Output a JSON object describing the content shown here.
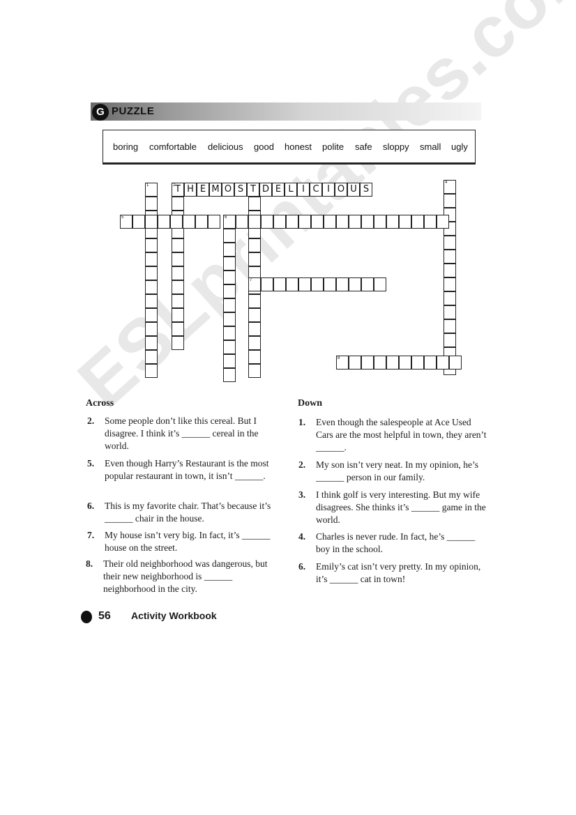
{
  "header": {
    "badge": "G",
    "title": "PUZZLE"
  },
  "word_bank": [
    "boring",
    "comfortable",
    "delicious",
    "good",
    "honest",
    "polite",
    "safe",
    "sloppy",
    "small",
    "ugly"
  ],
  "example_answer": [
    "T",
    "H",
    "E",
    "M",
    "O",
    "S",
    "T",
    "D",
    "E",
    "L",
    "I",
    "C",
    "I",
    "O",
    "U",
    "S"
  ],
  "clue_numbers": [
    "1",
    "2",
    "3",
    "4",
    "5",
    "6",
    "7",
    "8"
  ],
  "across": {
    "title": "Across",
    "clues": [
      {
        "num": "2.",
        "text": "Some people don’t like this cereal.  But I disagree.  I think it’s ______ cereal in the world."
      },
      {
        "num": "5.",
        "text": "Even though Harry’s Restaurant is the most popular restaurant in town, it isn’t ______."
      },
      {
        "num": "6.",
        "text": "This is my favorite chair.  That’s because it’s ______ chair in the house."
      },
      {
        "num": "7.",
        "text": "My house isn’t very big.  In fact, it’s ______ house on the street."
      },
      {
        "num": "8.",
        "text": "Their old neighborhood was dangerous, but their new neighborhood is ______ neighborhood in the city."
      }
    ]
  },
  "down": {
    "title": "Down",
    "clues": [
      {
        "num": "1.",
        "text": "Even though the salespeople at Ace Used Cars are the most helpful in town, they aren’t ______."
      },
      {
        "num": "2.",
        "text": "My son isn’t very neat.  In my opinion, he’s ______ person in our family."
      },
      {
        "num": "3.",
        "text": "I think golf is very interesting.  But my wife disagrees.  She thinks it’s ______ game in the world."
      },
      {
        "num": "4.",
        "text": "Charles is never rude.  In fact, he’s ______ boy in the school."
      },
      {
        "num": "6.",
        "text": "Emily’s cat isn’t very pretty.  In my opinion, it’s ______ cat in town!"
      }
    ]
  },
  "footer": {
    "page_number": "56",
    "book_title": "Activity Workbook"
  },
  "watermark": "ESLprintables.com"
}
